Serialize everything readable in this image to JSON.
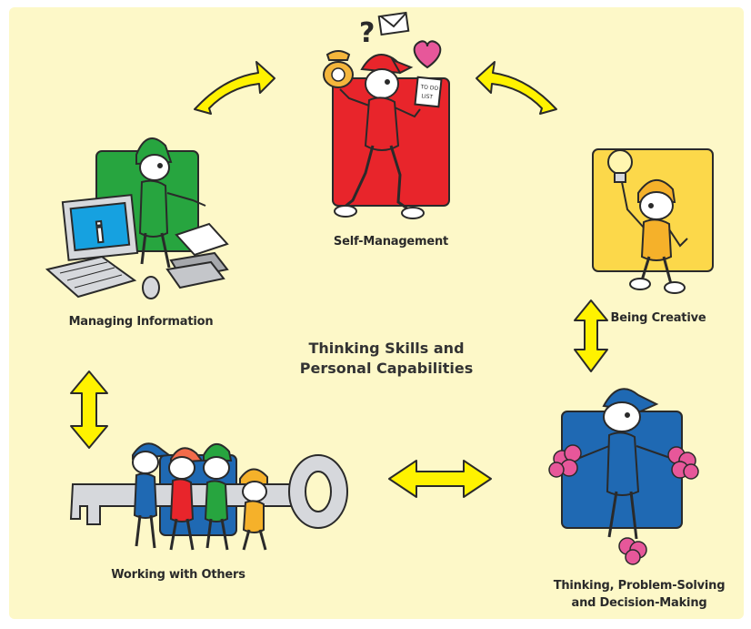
{
  "colors": {
    "background": "#fdf8c8",
    "arrow": "#fff200",
    "self_management": "#e8252b",
    "managing_information": "#27a53f",
    "being_creative": "#fcd84a",
    "thinking": "#1f69b3",
    "working": "#1f69b3"
  },
  "center_title": {
    "line1": "Thinking Skills and",
    "line2": "Personal Capabilities"
  },
  "nodes": {
    "self_management": {
      "label": "Self-Management",
      "todo_note": "TO DO LIST"
    },
    "managing_information": {
      "label": "Managing Information"
    },
    "being_creative": {
      "label": "Being Creative"
    },
    "thinking": {
      "label_line1": "Thinking, Problem-Solving",
      "label_line2": "and Decision-Making"
    },
    "working_with_others": {
      "label": "Working with Others"
    }
  },
  "icons": [
    "question-mark-icon",
    "envelope-icon",
    "heart-icon",
    "telephone-icon",
    "todo-note-icon",
    "computer-icon",
    "keyboard-icon",
    "mouse-icon",
    "paper-tray-icon",
    "lightbulb-icon",
    "pom-pom-icon",
    "key-icon"
  ]
}
